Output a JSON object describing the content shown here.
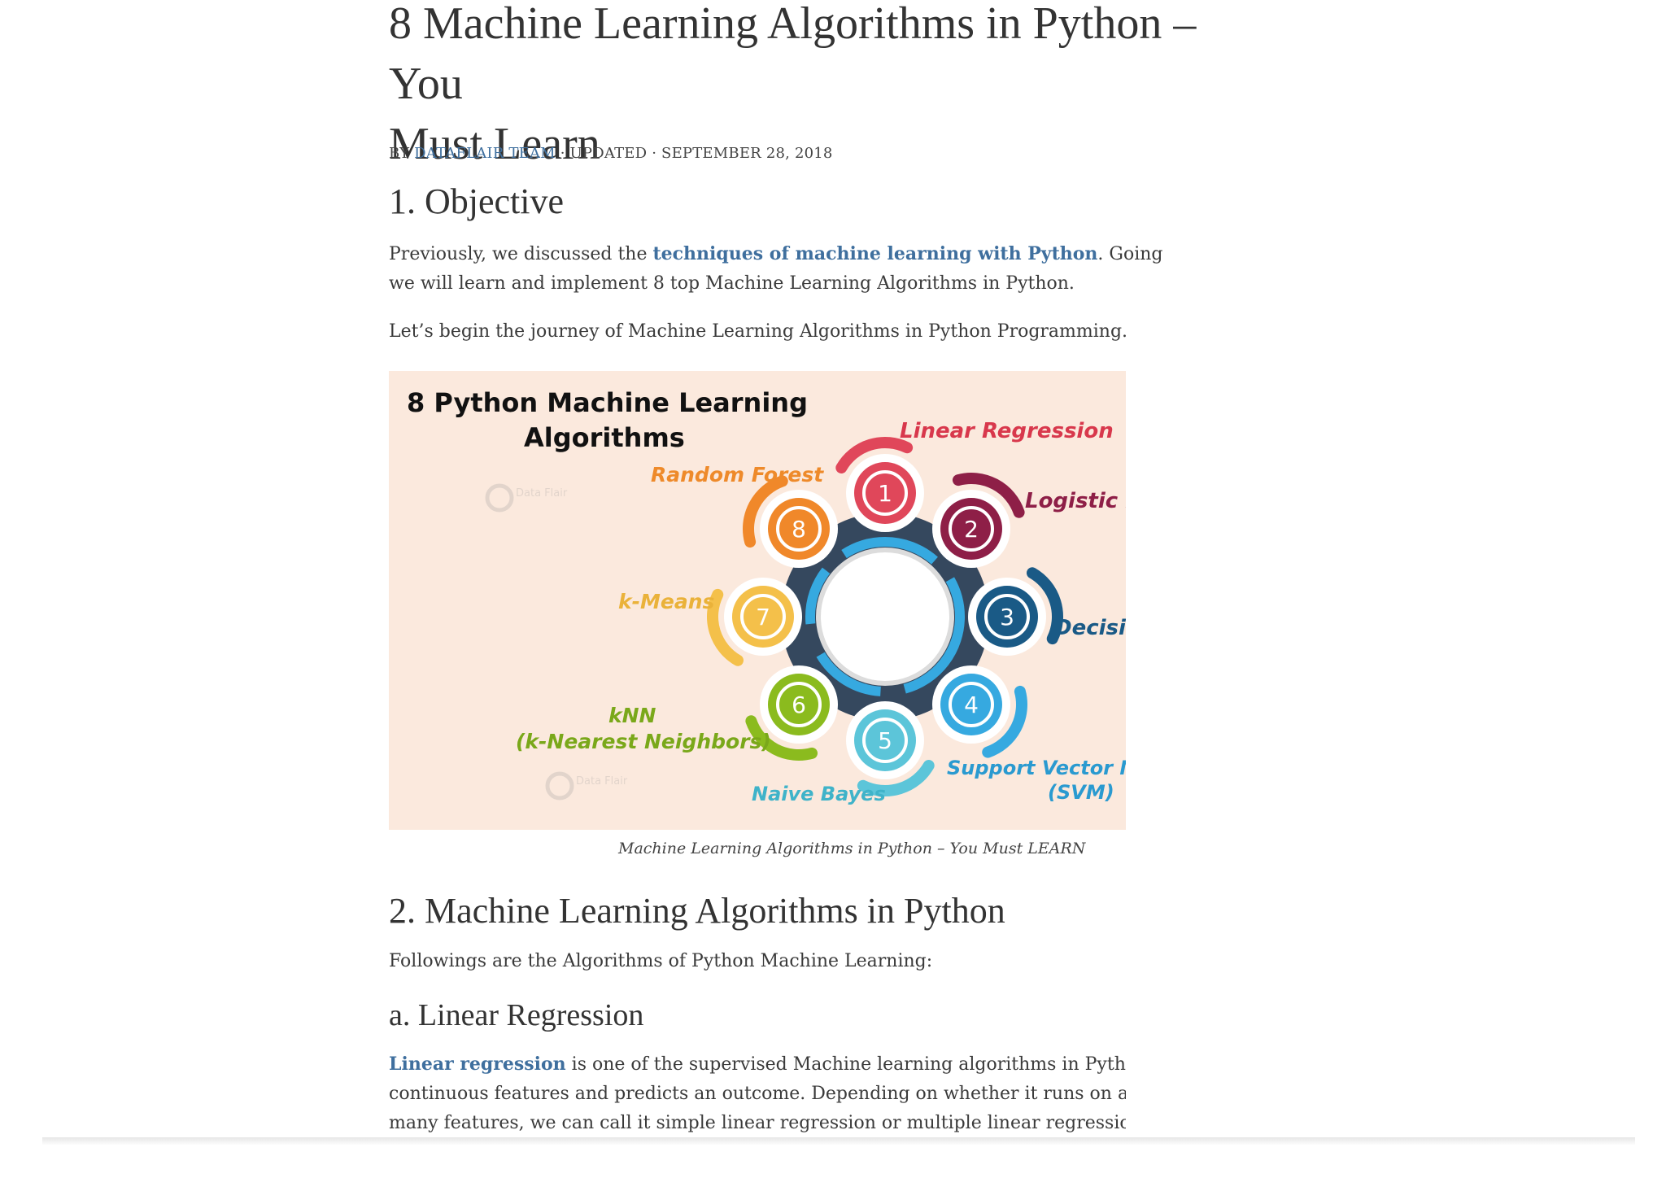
{
  "article": {
    "title_line1": "8 Machine Learning Algorithms in Python – You",
    "title_line2": "Must Learn",
    "byline": {
      "by": "BY ",
      "author": "DATAFLAIR TEAM",
      "rest": " · UPDATED · SEPTEMBER 28, 2018"
    },
    "section1": {
      "heading": "1. Objective",
      "p1_pre": "Previously, we discussed the ",
      "p1_link": "techniques of machine learning with Python",
      "p1_post": ". Going",
      "p1_line2": "we will learn and implement 8 top Machine Learning Algorithms in Python.",
      "p2": "Let’s begin the journey of Machine Learning Algorithms in Python Programming."
    },
    "figure": {
      "title_line1": "8 Python Machine Learning",
      "title_line2": "Algorithms",
      "caption": "Machine Learning Algorithms in Python – You Must LEARN",
      "watermark": "Data Flair",
      "items": [
        {
          "num": "1",
          "label": "Linear Regression",
          "color": "#e0475a"
        },
        {
          "num": "2",
          "label": "Logistic R",
          "color": "#8e1f47"
        },
        {
          "num": "3",
          "label": "Decisio",
          "color": "#1a5a86"
        },
        {
          "num": "4",
          "label": "Support Vector M",
          "label2": "(SVM)",
          "color": "#36a9e0"
        },
        {
          "num": "5",
          "label": "Naive Bayes",
          "color": "#5cc5d9"
        },
        {
          "num": "6",
          "label": "kNN",
          "label2": "(k-Nearest Neighbors)",
          "color": "#8bbb1e"
        },
        {
          "num": "7",
          "label": "k-Means",
          "color": "#f4c04a"
        },
        {
          "num": "8",
          "label": "Random Forest",
          "color": "#f0882a"
        }
      ],
      "background": "#fbe9dd",
      "hub_color": "#35485e"
    },
    "section2": {
      "heading": "2. Machine Learning Algorithms in Python",
      "p": "Followings are the Algorithms of Python Machine Learning:"
    },
    "section2a": {
      "heading": "a. Linear Regression",
      "p_link": "Linear regression",
      "p_post": " is one of the supervised Machine learning algorithms in Python tha",
      "p_line2": "continuous features and predicts an outcome. Depending on whether it runs on a single v",
      "p_line3": "many features, we can call it simple linear regression or multiple linear regression."
    }
  },
  "colors": {
    "link": "#3f6f9e",
    "text": "#3a3a3a"
  }
}
